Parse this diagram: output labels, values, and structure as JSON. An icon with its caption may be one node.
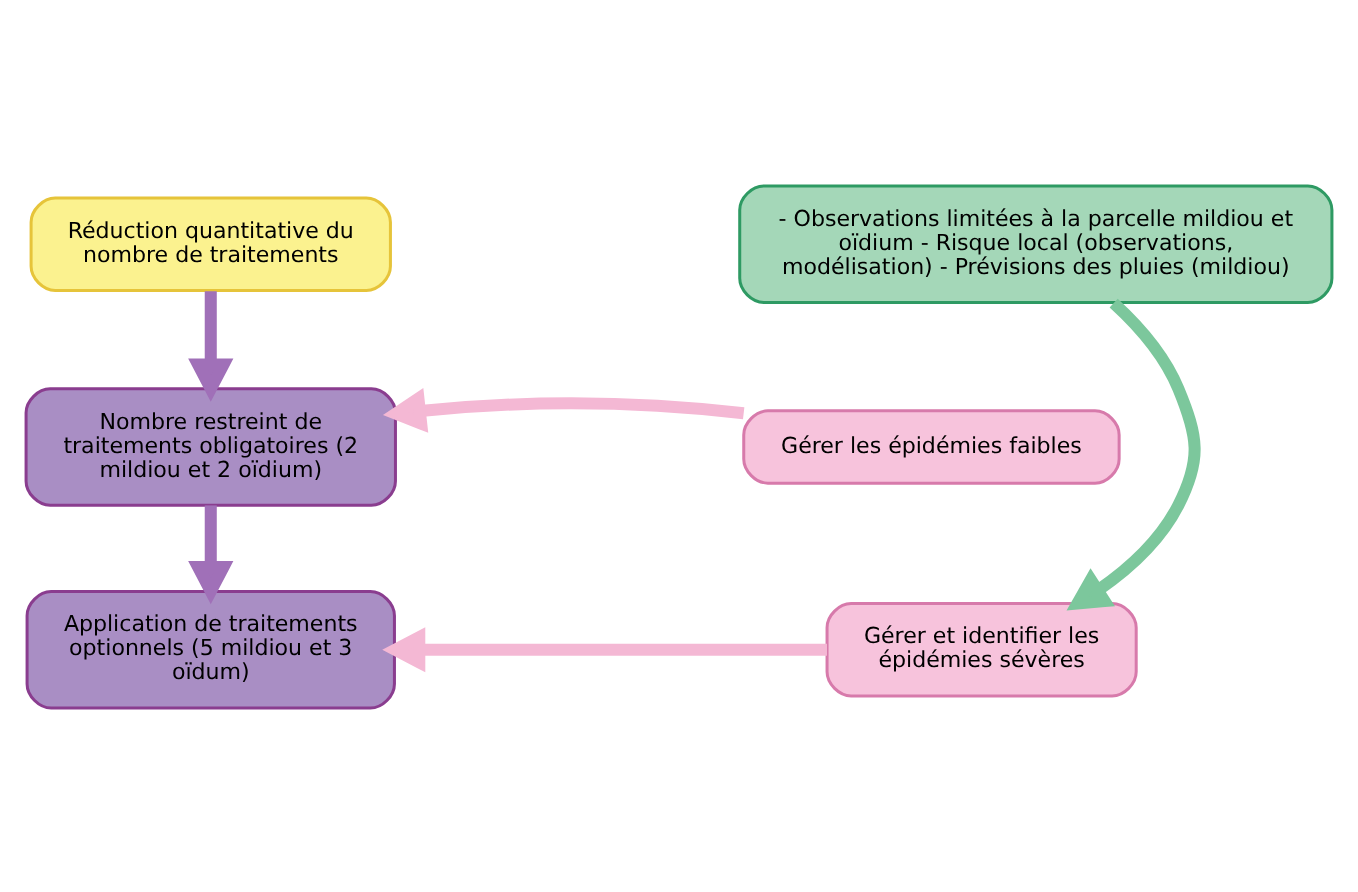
{
  "diagram": {
    "nodes": [
      {
        "text": [
          "Réduction quantitative du nombre de traitements"
        ]
      },
      {
        "text": [
          "Nombre restreint de traitements obligatoires (2 mildiou et 2 oïdium)"
        ]
      },
      {
        "text": [
          "Application de traitements optionnels (5 mildiou et 3 oïdum)"
        ]
      },
      {
        "text": [
          "- Observations limitées à la parcelle mildiou et oïdium - Risque local (observations, modélisation) - Prévisions des pluies (mildiou)"
        ]
      },
      {
        "text": [
          "Gérer les épidémies faibles"
        ]
      },
      {
        "text": [
          "Gérer et identifier les épidémies sévères"
        ]
      }
    ],
    "edges": [
      {
        "from": 0,
        "to": 1,
        "arrow": "to"
      },
      {
        "from": 1,
        "to": 2,
        "arrow": "to"
      },
      {
        "from": 4,
        "to": 1,
        "arrow": "to",
        "color": "#f4b8d4"
      },
      {
        "from": 5,
        "to": 2,
        "arrow": "to",
        "color": "#f4b8d4"
      },
      {
        "from": 3,
        "to": 5,
        "arrow": "to",
        "color": "#7cc79c"
      }
    ]
  }
}
